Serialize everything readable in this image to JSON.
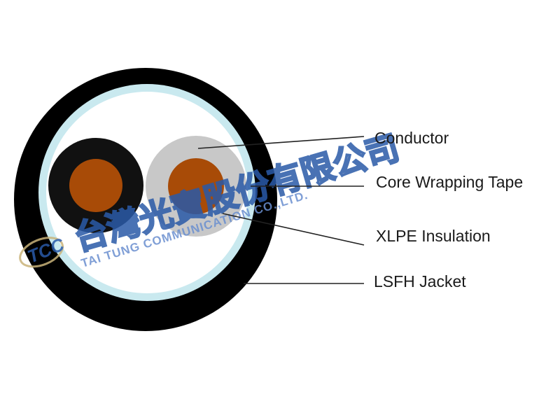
{
  "labels": {
    "conductor": "Conductor",
    "core_wrapping_tape": "Core Wrapping Tape",
    "xlpe_insulation": "XLPE Insulation",
    "lsfh_jacket": "LSFH Jacket"
  },
  "watermark": {
    "logo_text": "TCC",
    "company_cn": "台灣光寶股份有限公司",
    "company_en": "TAI TUNG COMMUNICATION CO.,LTD."
  },
  "colors": {
    "jacket": "#000000",
    "wrapping_tape": "#c9e9ef",
    "inner_fill": "#ffffff",
    "core1_insulation": "#111111",
    "core2_insulation": "#c8c8c8",
    "conductor": "#a84b07",
    "leader_line": "#222222",
    "watermark": "#2a5aa8"
  }
}
